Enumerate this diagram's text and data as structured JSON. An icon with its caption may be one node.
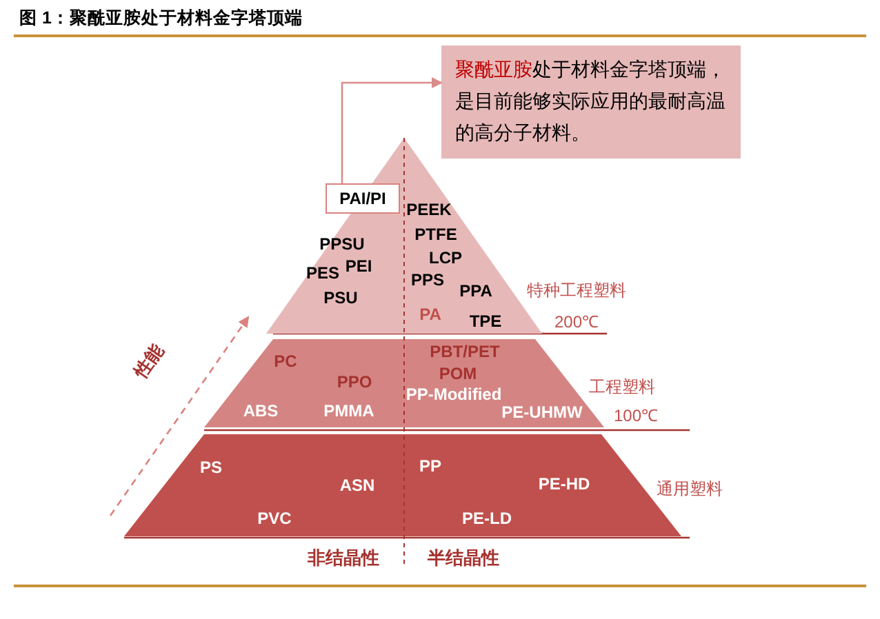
{
  "diagram": {
    "title": "图 1：聚酰亚胺处于材料金字塔顶端",
    "nodes": [
      {
        "text": [
          "PEEK",
          "PTFE",
          "LCP",
          "PPS",
          "PPA",
          "PA",
          "TPE",
          "PPSU",
          "PEI",
          "PES",
          "PSU"
        ],
        "beside": [
          "特种工程塑料",
          "200℃"
        ]
      },
      {
        "text": [
          "PAI/PI"
        ],
        "in": 0
      },
      {
        "text": [
          "**聚酰亚胺**处于材料金字塔顶端，是目前能够实际应用的最耐高温的高分子材料。"
        ]
      },
      {
        "text": [
          "PC",
          "PPO",
          "ABS",
          "PMMA",
          "PBT/PET",
          "POM",
          "PP-Modified",
          "PE-UHMW"
        ],
        "beside": [
          "工程塑料",
          "100℃"
        ]
      },
      {
        "text": [
          "PS",
          "ASN",
          "PVC",
          "PP",
          "PE-HD",
          "PE-LD"
        ],
        "beside": [
          "通用塑料"
        ]
      }
    ],
    "edges": [
      {
        "from": 1,
        "to": 2,
        "arrow": "to"
      }
    ],
    "labels": [
      "性能",
      "非结晶性",
      "半结晶性"
    ]
  }
}
